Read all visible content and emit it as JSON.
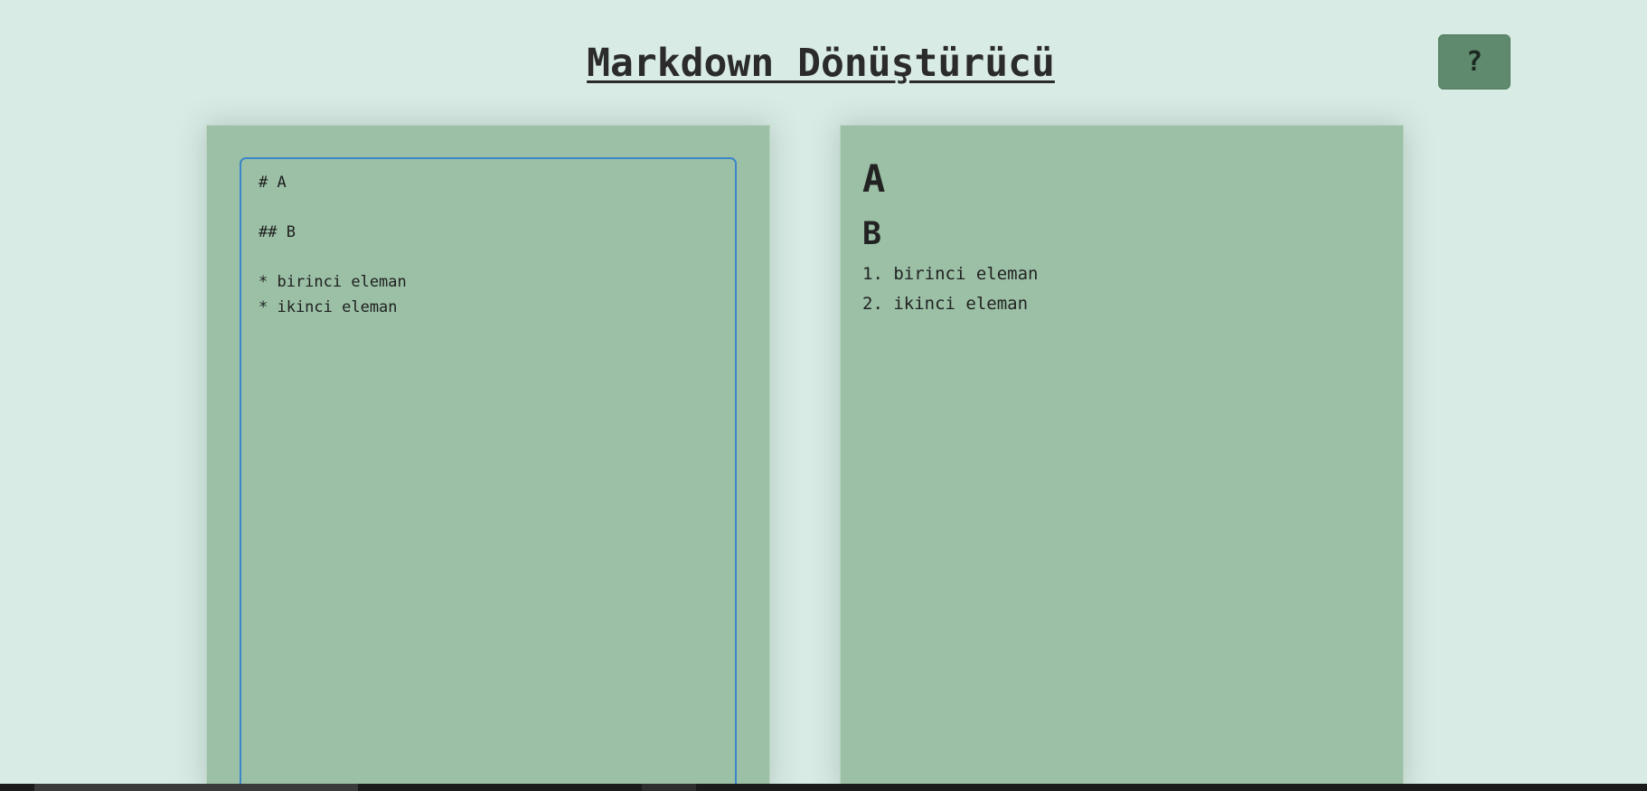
{
  "header": {
    "title": "Markdown Dönüştürücü",
    "help_label": "?"
  },
  "editor": {
    "lines": [
      "# A",
      "",
      "## B",
      "",
      "* birinci eleman",
      "* ikinci eleman"
    ]
  },
  "preview": {
    "h1": "A",
    "h2": "B",
    "items": [
      "1. birinci eleman",
      "2. ikinci eleman"
    ]
  },
  "colors": {
    "background": "#d8ebe5",
    "panel": "#9bc0a6",
    "button": "#5f8a6d",
    "editor_border": "#3a86c8"
  }
}
